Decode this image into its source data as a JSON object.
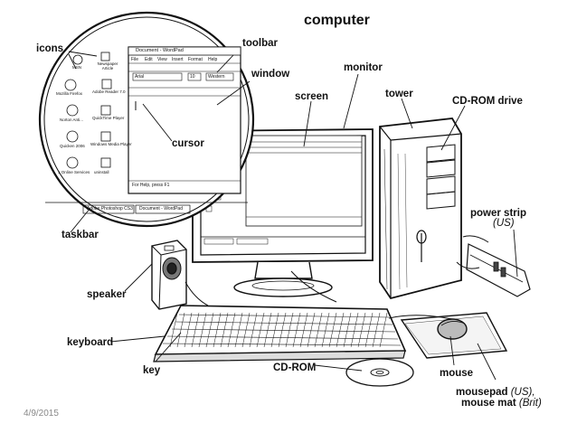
{
  "title": "computer",
  "labels": {
    "icons": "icons",
    "toolbar": "toolbar",
    "window": "window",
    "monitor": "monitor",
    "screen": "screen",
    "tower": "tower",
    "cdrom_drive": "CD-ROM drive",
    "cursor": "cursor",
    "power_strip": "power strip",
    "power_strip_region": "(US)",
    "taskbar": "taskbar",
    "speaker": "speaker",
    "keyboard": "keyboard",
    "key": "key",
    "cdrom": "CD-ROM",
    "mouse": "mouse",
    "mousepad_a": "mousepad",
    "mousepad_region": "(US),",
    "mousepad_b": "mouse mat",
    "mousepad_b_region": "(Brit)"
  },
  "screen_ui": {
    "window_title": "Document - WordPad",
    "menu": [
      "File",
      "Edit",
      "View",
      "Insert",
      "Format",
      "Help"
    ],
    "font_box": "Arial",
    "size_box": "10",
    "script_box": "Western",
    "status_text": "For Help, press F1",
    "taskbar_items": [
      "Adobe Photoshop CS3",
      "Document - WordPad"
    ],
    "desktop_icons": [
      "MSN",
      "Newspaper Article",
      "Mozilla Firefox",
      "Adobe Reader 7.0",
      "Norton Anti...",
      "QuickTime Player",
      "Quicken 2006",
      "Windows Media Player",
      "1 Online Services",
      "uninstall"
    ]
  },
  "date": "4/9/2015"
}
